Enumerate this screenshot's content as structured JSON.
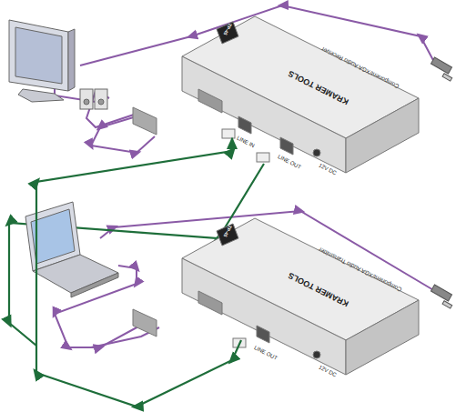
{
  "diagram": {
    "nodes": [
      {
        "text": [
          "TP-45",
          "KRAMER TOOLS",
          "Component/XGA Audio Receiver"
        ]
      },
      {
        "text": [
          "TP-45",
          "KRAMER TOOLS",
          "Component/XGA Audio Transmitter"
        ]
      }
    ],
    "edges": [
      {
        "from": 1,
        "to": 0,
        "arrow": "to"
      }
    ],
    "labels": [
      "LINE IN",
      "LINE OUT",
      "12V DC",
      "LINE OUT",
      "12V DC"
    ]
  }
}
